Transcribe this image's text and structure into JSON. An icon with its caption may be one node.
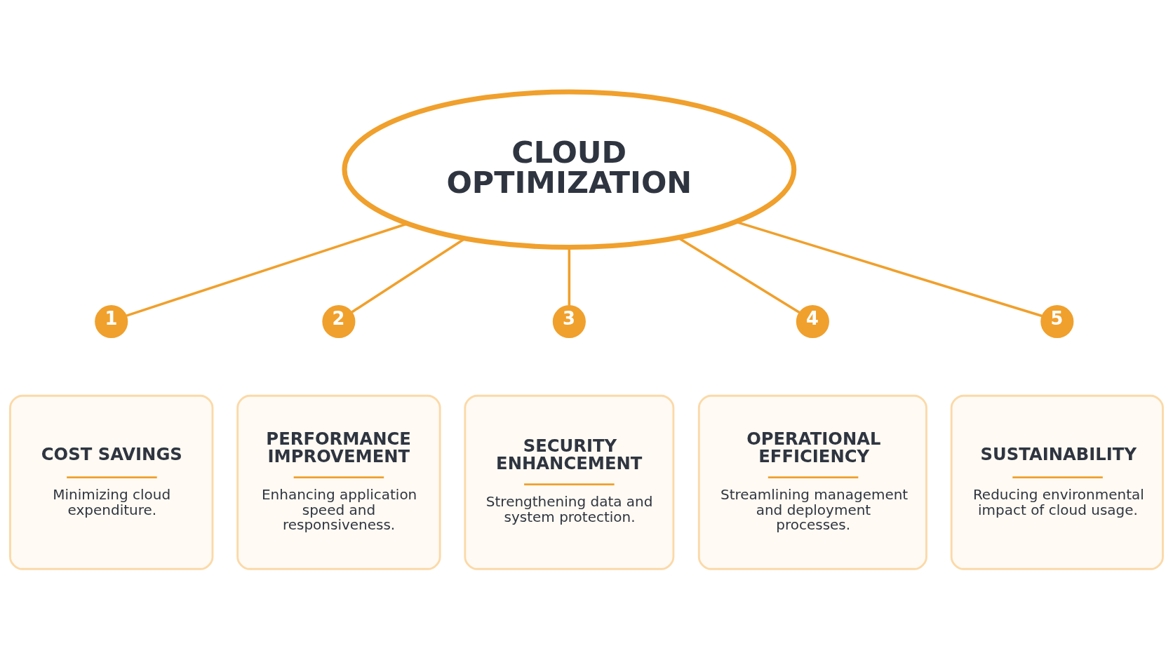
{
  "diagram": {
    "nodes": [
      {
        "text": [
          "CLOUD OPTIMIZATION"
        ]
      },
      {
        "text": [
          "1"
        ]
      },
      {
        "text": [
          "COST SAVINGS",
          "Minimizing cloud expenditure."
        ]
      },
      {
        "text": [
          "2"
        ]
      },
      {
        "text": [
          "PERFORMANCE IMPROVEMENT",
          "Enhancing application speed and responsiveness."
        ]
      },
      {
        "text": [
          "3"
        ]
      },
      {
        "text": [
          "SECURITY ENHANCEMENT",
          "Strengthening data and system protection."
        ]
      },
      {
        "text": [
          "4"
        ]
      },
      {
        "text": [
          "OPERATIONAL EFFICIENCY",
          "Streamlining management and deployment processes."
        ]
      },
      {
        "text": [
          "5"
        ]
      },
      {
        "text": [
          "SUSTAINABILITY",
          "Reducing environmental impact of cloud usage."
        ]
      }
    ],
    "edges": [
      {
        "from": 0,
        "to": 1,
        "arrow": "none"
      },
      {
        "from": 0,
        "to": 3,
        "arrow": "none"
      },
      {
        "from": 0,
        "to": 5,
        "arrow": "none"
      },
      {
        "from": 0,
        "to": 7,
        "arrow": "none"
      },
      {
        "from": 0,
        "to": 9,
        "arrow": "none"
      }
    ]
  }
}
